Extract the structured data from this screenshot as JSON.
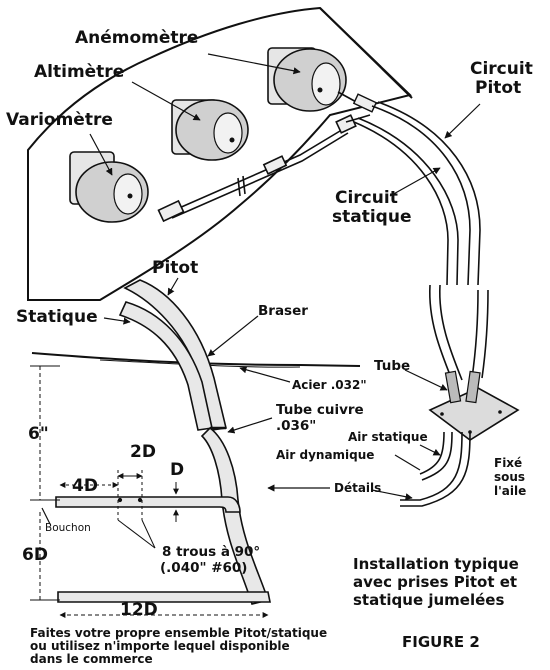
{
  "labels": {
    "anemometre": "Anémomètre",
    "altimetre": "Altimètre",
    "variometre": "Variomètre",
    "circuit_pitot_1": "Circuit",
    "circuit_pitot_2": "Pitot",
    "circuit_statique_1": "Circuit",
    "circuit_statique_2": "statique",
    "pitot": "Pitot",
    "statique": "Statique",
    "braser": "Braser",
    "acier": "Acier .032\"",
    "tube_cuivre_1": "Tube cuivre",
    "tube_cuivre_2": ".036\"",
    "tube": "Tube",
    "air_statique": "Air statique",
    "air_dynamique": "Air dynamique",
    "fixe_1": "Fixé",
    "fixe_2": "sous",
    "fixe_3": "l'aile",
    "details": "Détails",
    "bouchon": "Bouchon"
  },
  "dimensions": {
    "six_in": "6\"",
    "two_d": "2D",
    "four_d": "4D",
    "d": "D",
    "six_d": "6D",
    "twelve_d": "12D",
    "trous_1": "8 trous à 90°",
    "trous_2": "(.040\" #60)"
  },
  "notes": {
    "faites_1": "Faites votre propre ensemble Pitot/statique",
    "faites_2": "ou utilisez n'importe lequel disponible",
    "faites_3": "dans le commerce"
  },
  "caption": {
    "line1": "Installation typique",
    "line2": "avec prises Pitot et",
    "line3": "statique jumelées",
    "figure": "FIGURE 2"
  }
}
